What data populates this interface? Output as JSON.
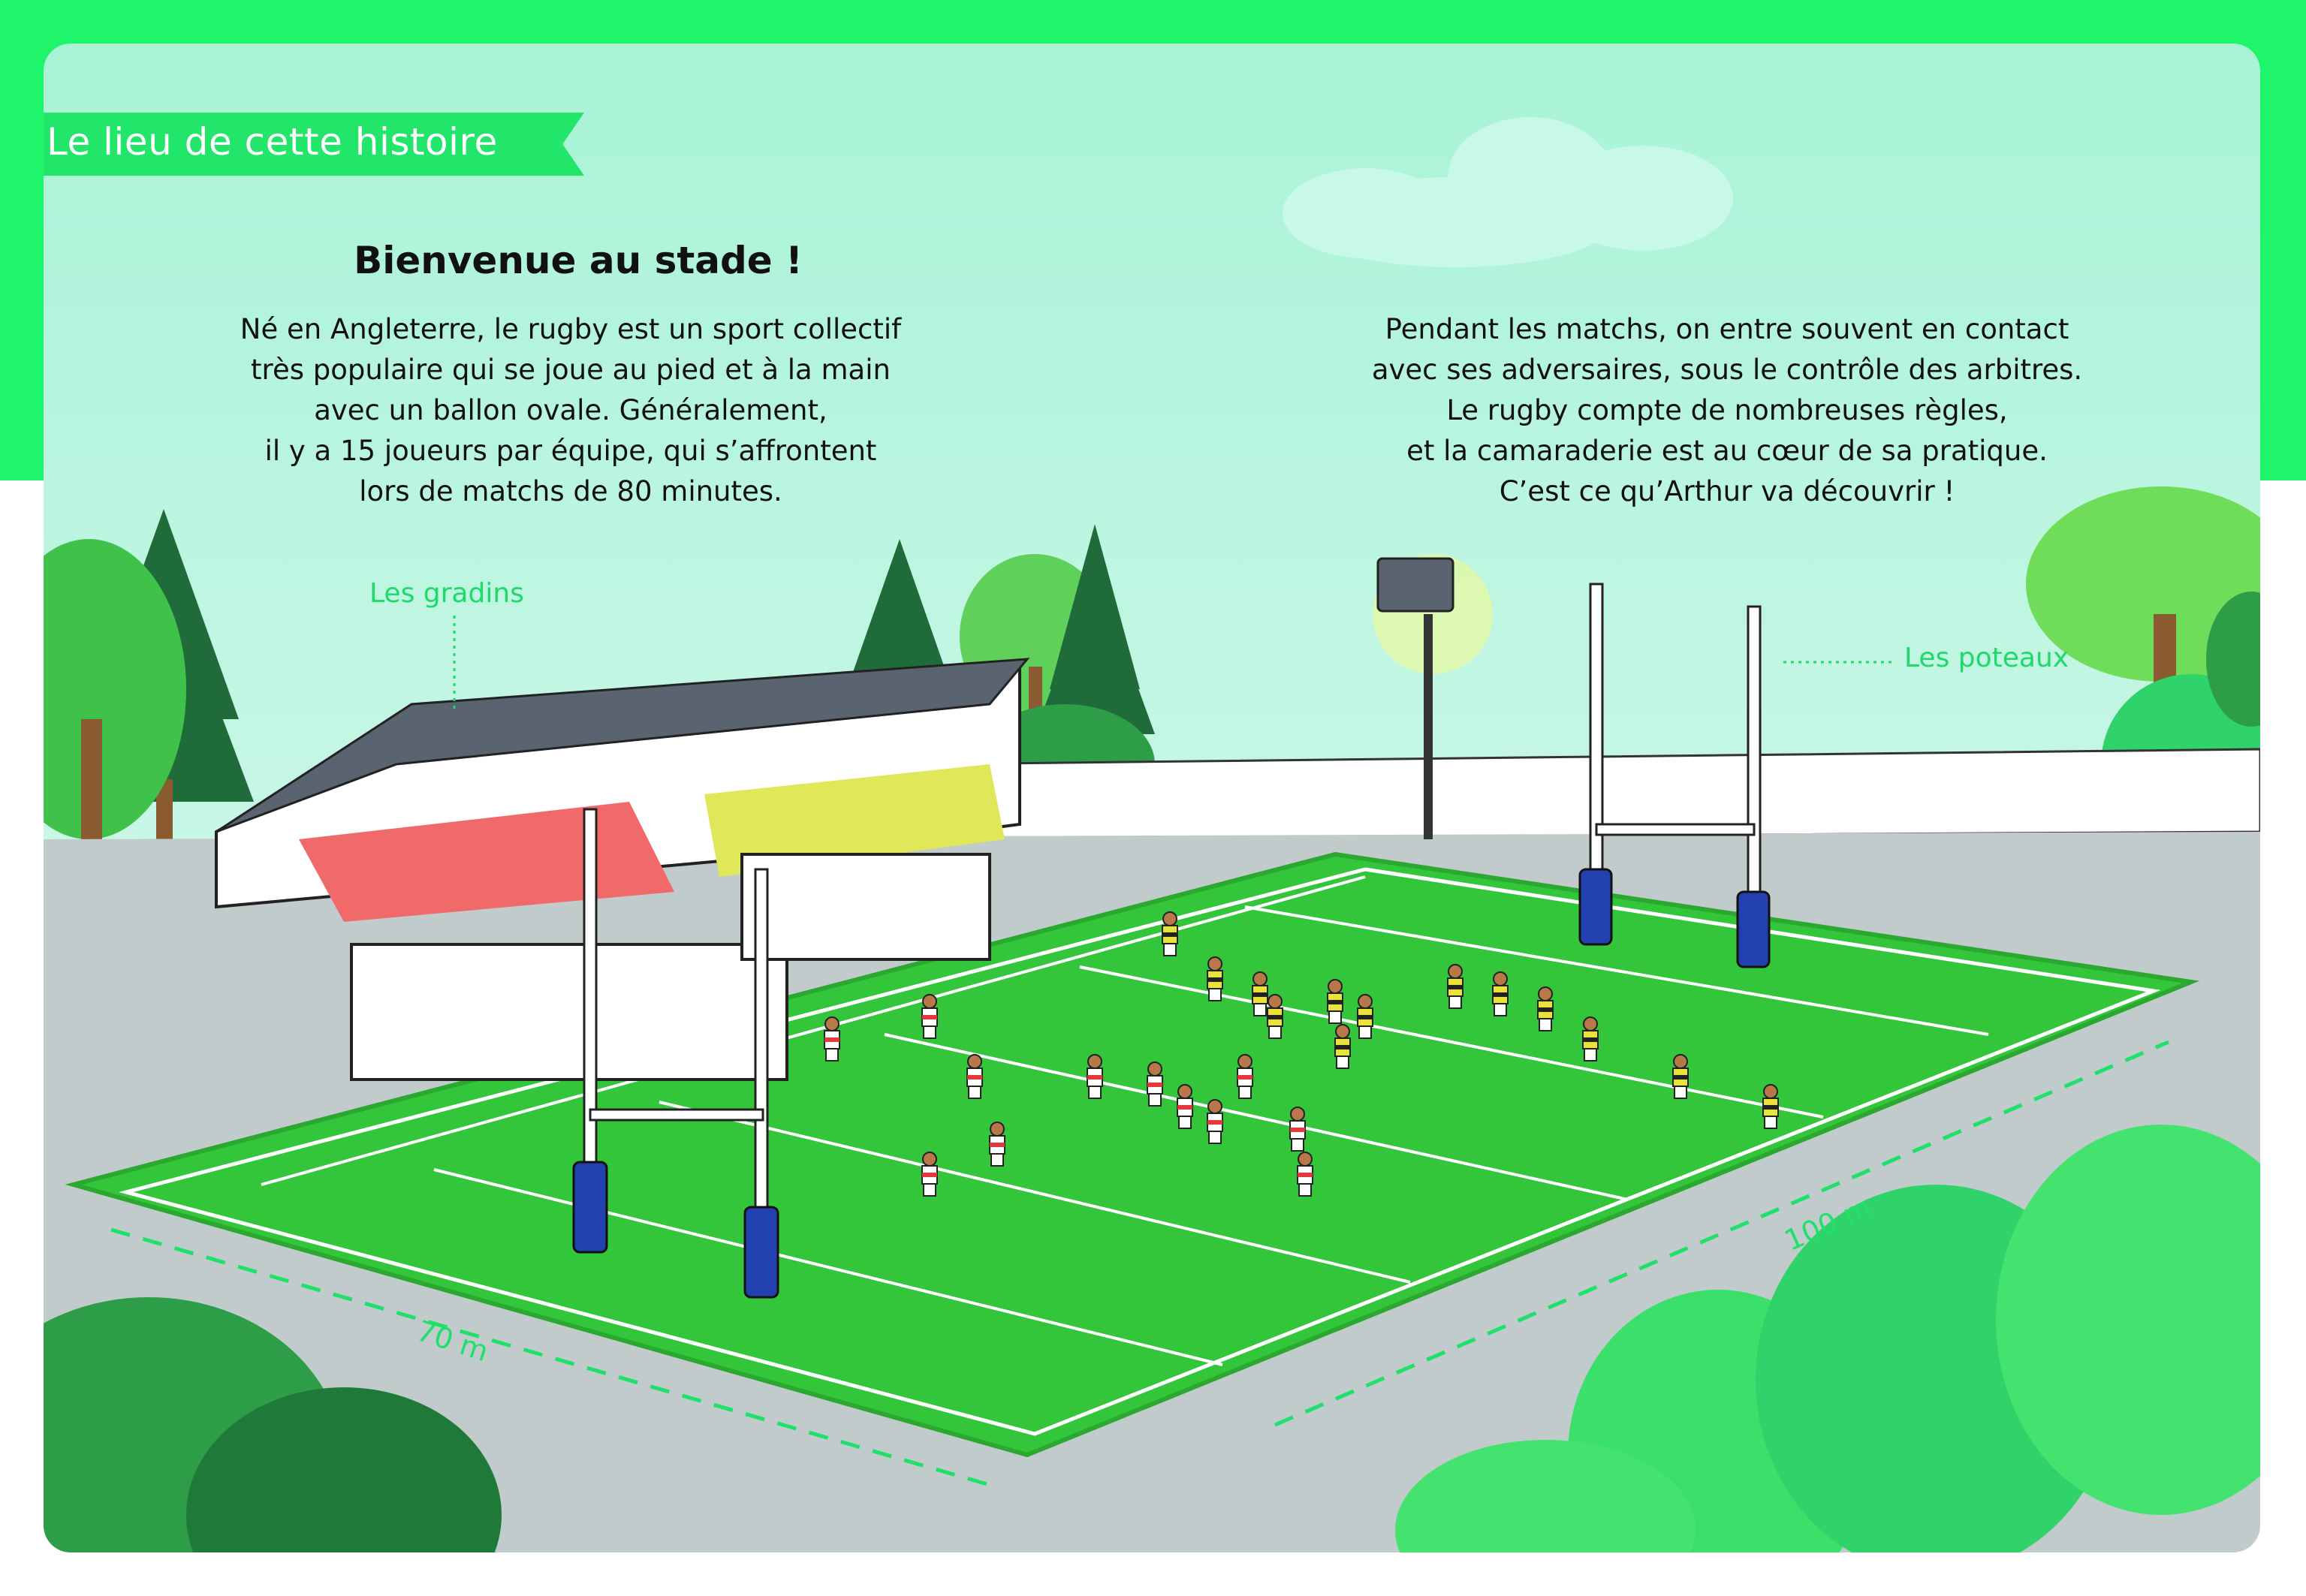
{
  "banner": {
    "text": "Le lieu de cette histoire"
  },
  "intro": {
    "title": "Bienvenue au stade !",
    "left_lines": [
      "Né en Angleterre, le rugby est un sport collectif",
      "très populaire qui se joue au pied et à la main",
      "avec un ballon ovale. Généralement,",
      "il y a 15 joueurs par équipe, qui s’affrontent",
      "lors de matchs de 80 minutes."
    ],
    "right_lines": [
      "Pendant les matchs, on entre souvent en contact",
      "avec ses adversaires, sous le contrôle des arbitres.",
      "Le rugby compte de nombreuses règles,",
      "et la camaraderie est au cœur de sa pratique.",
      "C’est ce qu’Arthur va découvrir !"
    ]
  },
  "labels": {
    "gradins": "Les gradins",
    "poteaux": "Les poteaux",
    "width": "70 m",
    "length": "100 m"
  },
  "colors": {
    "frame": "#1ff56b",
    "sky": "#a8f3d6",
    "grass": "#36c93a",
    "label_green": "#1fd96a",
    "home_team": "#e23a3a",
    "away_team": "#e8e23a",
    "post_pad": "#2340b0"
  }
}
